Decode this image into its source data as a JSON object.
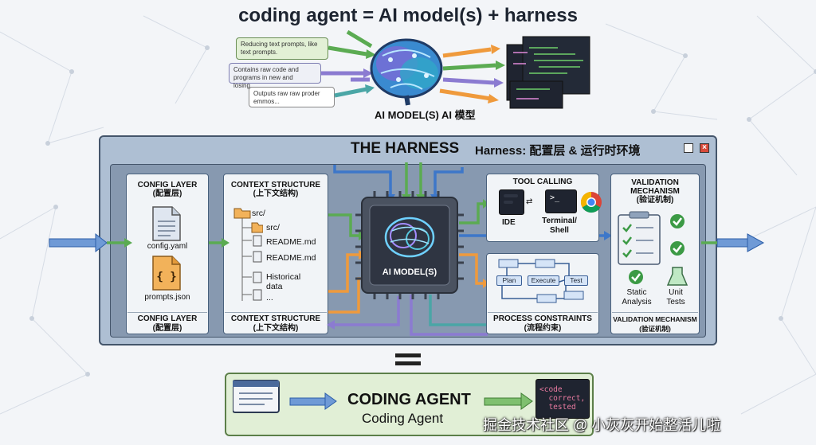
{
  "title": "coding agent = AI model(s) + harness",
  "inputs": [
    "Reducing text prompts, like text prompts.",
    "Contains raw code and programs in new and losing...",
    "Outputs raw raw proder emmos..."
  ],
  "ai_model_label": "AI MODEL(S) AI 模型",
  "harness": {
    "title": "THE HARNESS",
    "subtitle": "Harness: 配置层 & 运行时环境",
    "close": "×"
  },
  "config": {
    "title": "CONFIG LAYER\n(配置层)",
    "file1": "config.yaml",
    "file2": "prompts.json",
    "file2_glyph": "{ }",
    "footer": "CONFIG LAYER\n(配置层)"
  },
  "context": {
    "title": "CONTEXT STRUCTURE\n(上下文结构)",
    "items": [
      "src/",
      "src/",
      "README.md",
      "README.md",
      "Historical\ndata",
      "..."
    ],
    "footer": "CONTEXT STRUCTURE\n(上下文结构)"
  },
  "core": {
    "label": "AI MODEL(S)"
  },
  "tool": {
    "title": "TOOL CALLING",
    "ide": "IDE",
    "terminal": "Terminal/\nShell",
    "prompt": ">_"
  },
  "process": {
    "flow": [
      "Plan",
      "Execute",
      "Test"
    ],
    "footer": "PROCESS CONSTRAINTS\n(流程约束)"
  },
  "validation": {
    "title": "VALIDATION\nMECHANISM\n(验证机制)",
    "static": "Static\nAnalysis",
    "unit": "Unit\nTests",
    "footer": "VALIDATION MECHANISM\n(验证机制)"
  },
  "agent": {
    "en": "CODING AGENT",
    "zh": "Coding Agent",
    "code": "<code\n  correct,\n  tested"
  },
  "watermark": "掘金技术社区 @ 小灰灰开始整活儿啦",
  "colors": {
    "green": "#5bab52",
    "orange": "#ef9a3c",
    "purple": "#8b7bd1",
    "blue": "#3d77c9",
    "teal": "#4aa6a6"
  }
}
